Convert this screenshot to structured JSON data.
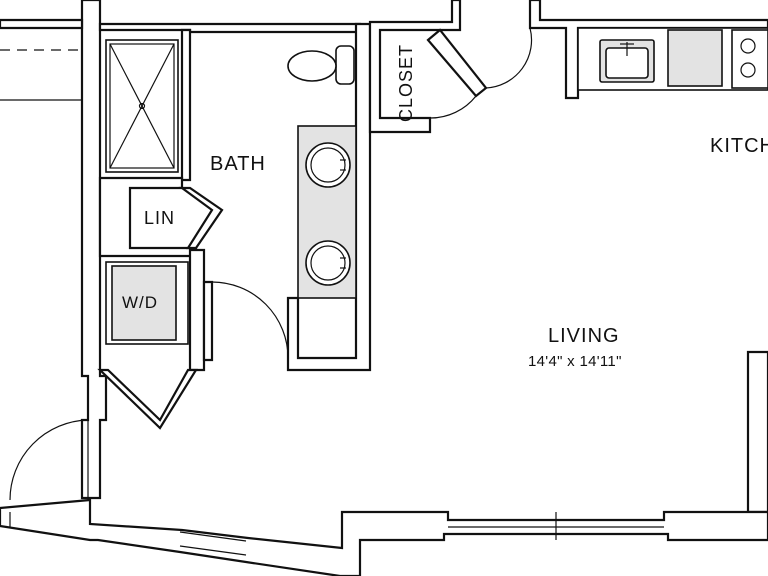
{
  "rooms": {
    "bath": "BATH",
    "linen": "LIN",
    "washer_dryer": "W/D",
    "closet": "CLOSET",
    "kitchen": "KITCHEN",
    "living": "LIVING",
    "living_dimensions": "14'4\" x 14'11\""
  },
  "colors": {
    "wall_stroke": "#111111",
    "fixture_fill": "#e3e3e3",
    "background": "#ffffff"
  }
}
